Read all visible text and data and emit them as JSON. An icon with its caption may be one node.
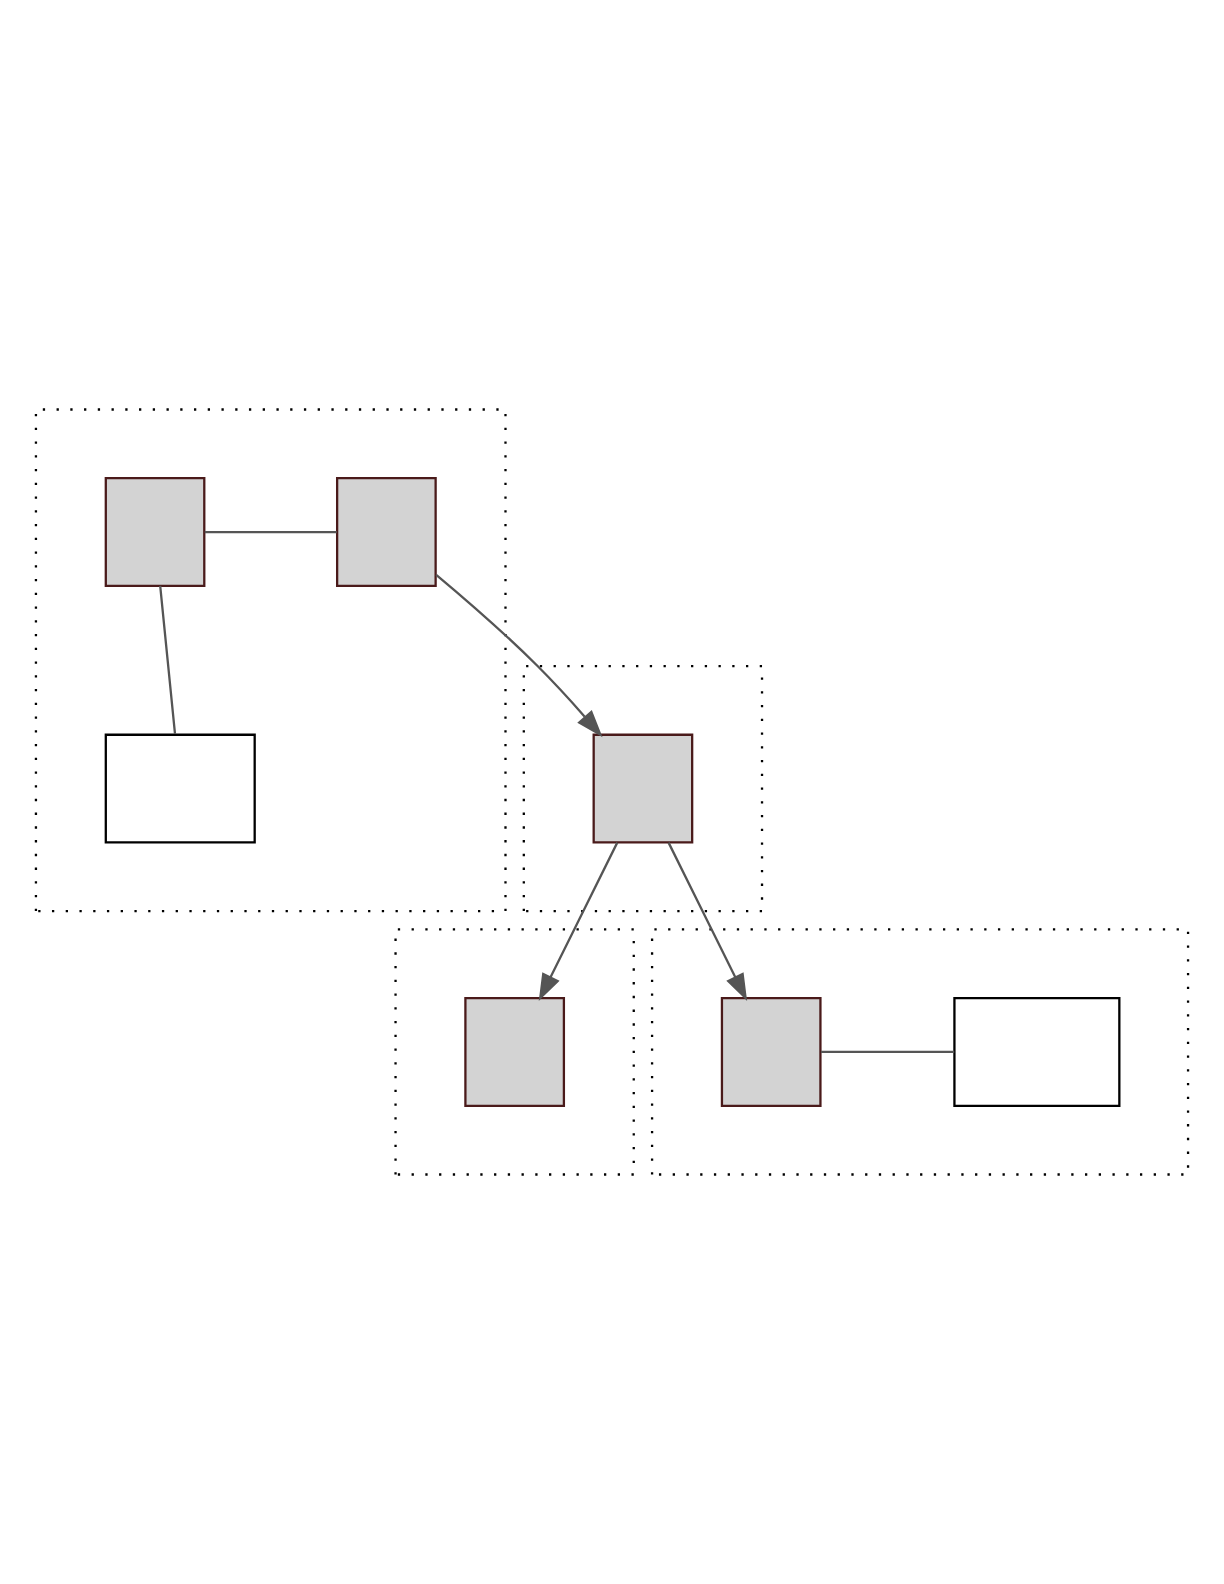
{
  "diagram": {
    "nodes": [
      {
        "text": [],
        "shape": "box"
      },
      {
        "text": [],
        "shape": "box",
        "in": 0
      },
      {
        "text": [],
        "shape": "box",
        "in": 0
      },
      {
        "text": [],
        "shape": "box",
        "in": 0
      },
      {
        "text": [],
        "shape": "box"
      },
      {
        "text": [],
        "shape": "box",
        "in": 4
      },
      {
        "text": [],
        "shape": "box"
      },
      {
        "text": [],
        "shape": "box",
        "in": 6
      },
      {
        "text": [],
        "shape": "box"
      },
      {
        "text": [],
        "shape": "box",
        "in": 8
      },
      {
        "text": [],
        "shape": "box",
        "in": 8
      }
    ],
    "edges": [
      {
        "from": 1,
        "to": 2,
        "arrow": "none"
      },
      {
        "from": 1,
        "to": 3,
        "arrow": "none"
      },
      {
        "from": 2,
        "to": 5,
        "arrow": "to"
      },
      {
        "from": 5,
        "to": 7,
        "arrow": "to"
      },
      {
        "from": 5,
        "to": 9,
        "arrow": "to"
      },
      {
        "from": 9,
        "to": 10,
        "arrow": "none"
      }
    ]
  }
}
